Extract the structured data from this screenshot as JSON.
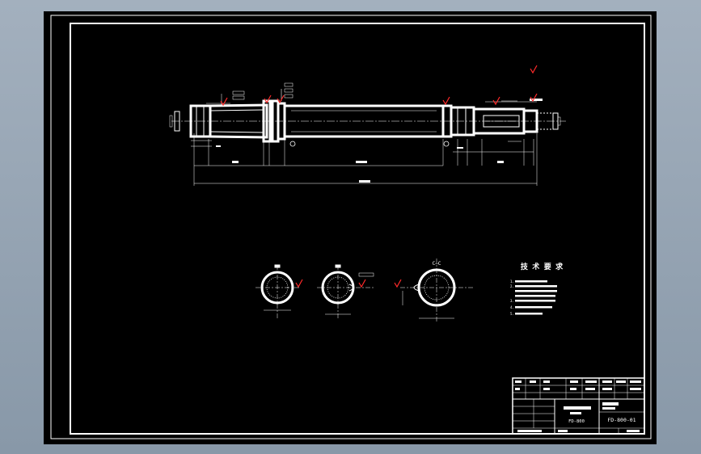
{
  "drawing": {
    "tech_req": {
      "title": "技 术 要 求",
      "items": [
        "1.",
        "2.",
        "3.",
        "4.",
        "5."
      ]
    },
    "sections": {
      "section_c": "C—C"
    },
    "title_block": {
      "part_name": "FD-800",
      "drawing_no": "FD-800-01"
    },
    "colors": {
      "background": "#000000",
      "lines": "#ffffff",
      "roughness": "#ff2a2a",
      "frame": "#9aa8b6"
    }
  }
}
